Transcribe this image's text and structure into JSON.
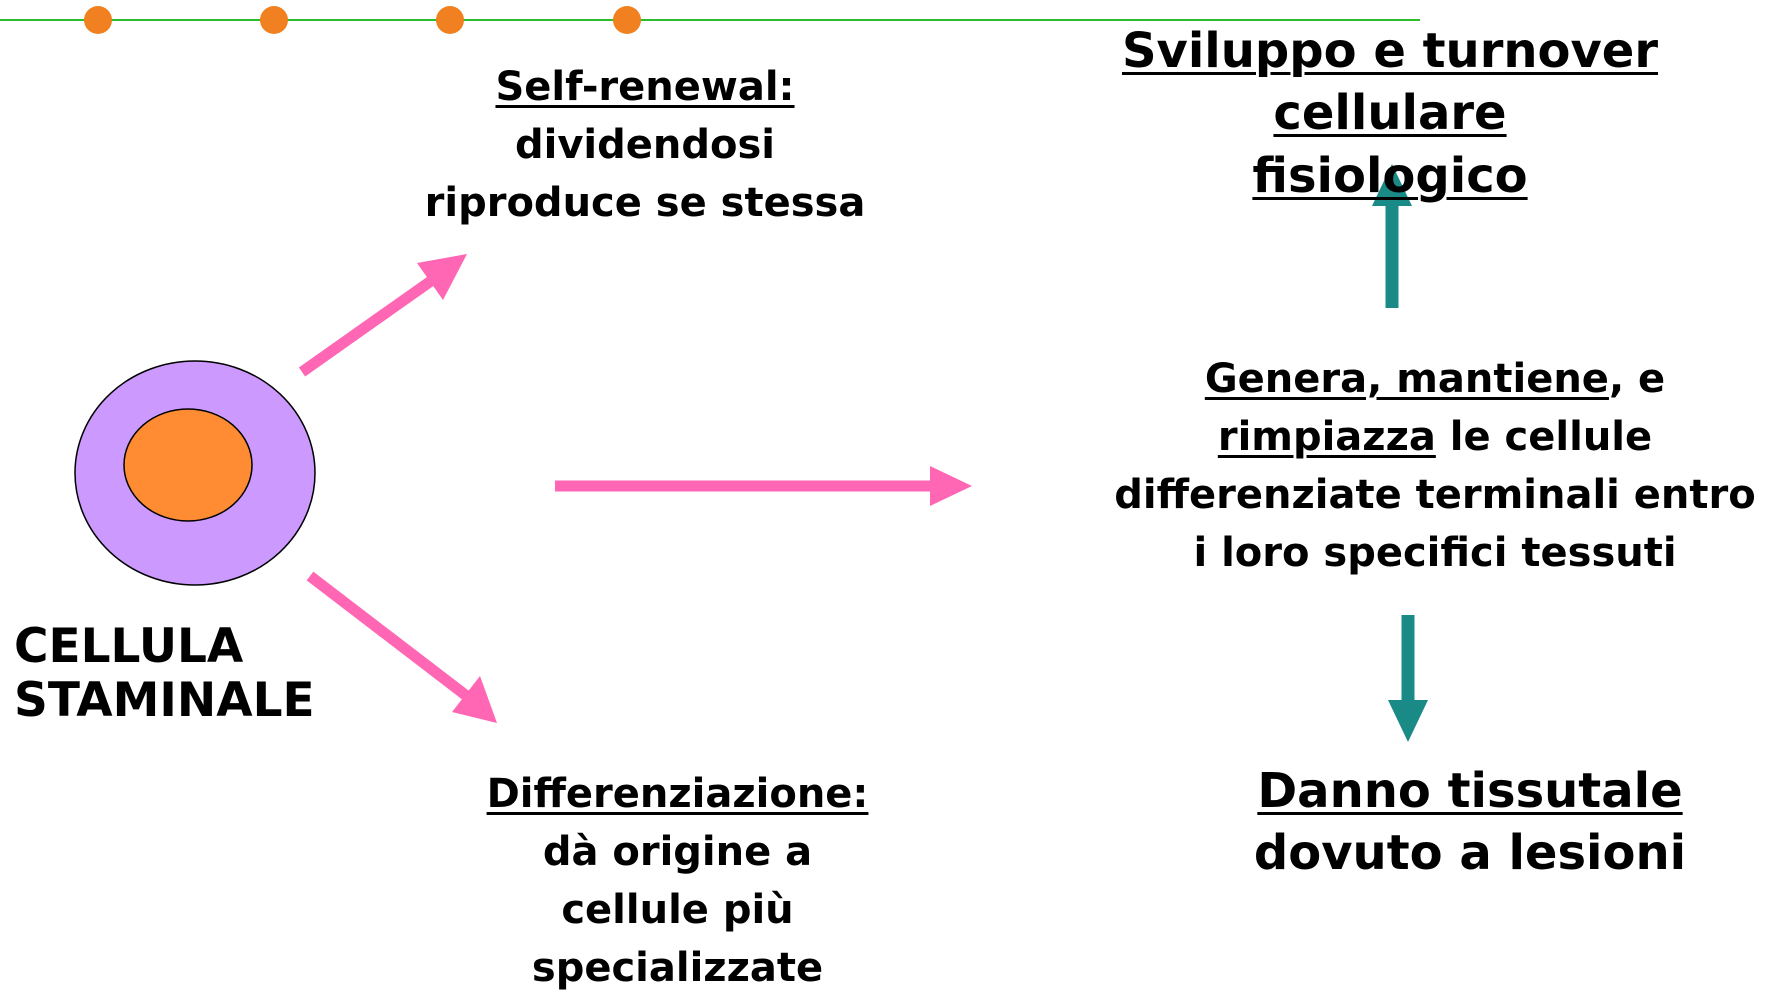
{
  "colors": {
    "header_line": "#2bbd2b",
    "header_dot": "#f08020",
    "cell_outer": "#cc99ff",
    "cell_inner": "#ff8c33",
    "arrow_pink": "#ff66b3",
    "arrow_teal": "#1a8a87",
    "text": "#000000"
  },
  "cell": {
    "label_line1": "CELLULA",
    "label_line2": "STAMINALE"
  },
  "self_renewal": {
    "title": "Self-renewal:",
    "line1": "dividendosi",
    "line2": "riproduce se stessa"
  },
  "differentiation": {
    "title": "Differenziazione:",
    "line1": "dà origine a",
    "line2": "cellule più",
    "line3": "specializzate"
  },
  "center_text": {
    "part1": "Genera, mantiene",
    "part2": ", e",
    "part3": "rimpiazza",
    "part4": " le cellule",
    "line3": "differenziate terminali entro",
    "line4": "i loro specifici tessuti"
  },
  "top_right": {
    "line1": "Sviluppo e turnover cellulare",
    "line2": "fisiologico"
  },
  "bottom_right": {
    "line1": "Danno tissutale",
    "line2": "dovuto a lesioni"
  }
}
